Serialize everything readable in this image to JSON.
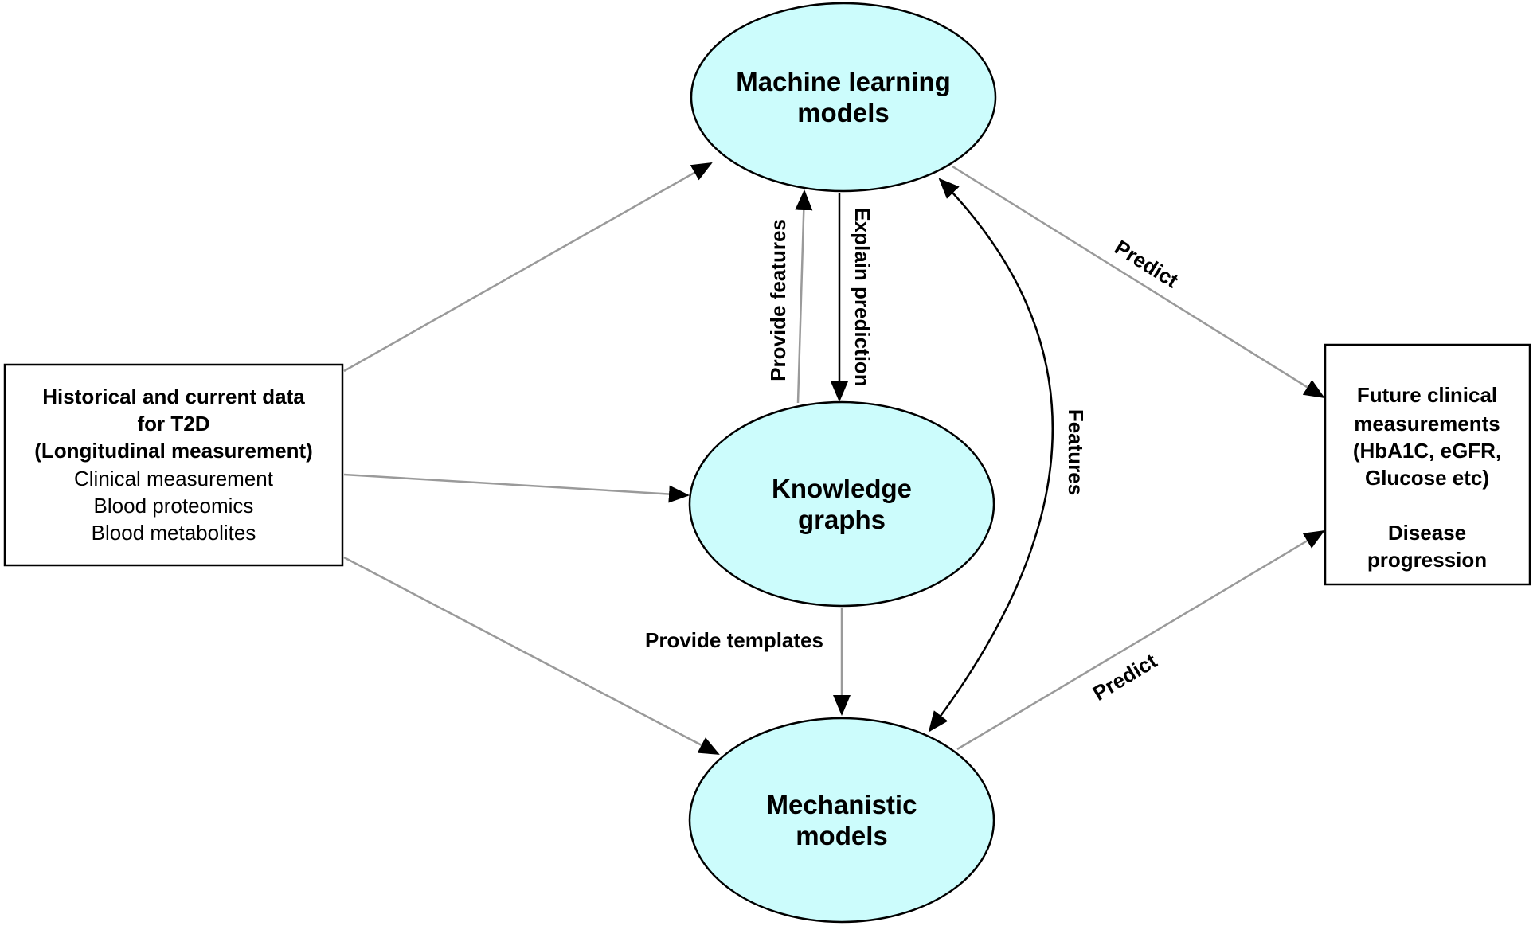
{
  "nodes": {
    "ml": {
      "line1": "Machine learning",
      "line2": "models"
    },
    "kg": {
      "line1": "Knowledge",
      "line2": "graphs"
    },
    "mech": {
      "line1": "Mechanistic",
      "line2": "models"
    },
    "input": {
      "bold1": "Historical and current data",
      "bold2": "for T2D",
      "bold3": "(Longitudinal measurement)",
      "item1": "Clinical measurement",
      "item2": "Blood proteomics",
      "item3": "Blood metabolites"
    },
    "output": {
      "line1": "Future clinical",
      "line2": "measurements",
      "line3": "(HbA1C, eGFR,",
      "line4": "Glucose etc)",
      "line5": "Disease",
      "line6": "progression"
    }
  },
  "edges": {
    "provide_features": "Provide features",
    "explain_prediction": "Explain prediction",
    "features": "Features",
    "predict_top": "Predict",
    "predict_bottom": "Predict",
    "provide_templates": "Provide templates"
  },
  "colors": {
    "ellipse_fill": "#ccfcfc",
    "stroke": "#000000",
    "gray_line": "#9a9a9a"
  }
}
